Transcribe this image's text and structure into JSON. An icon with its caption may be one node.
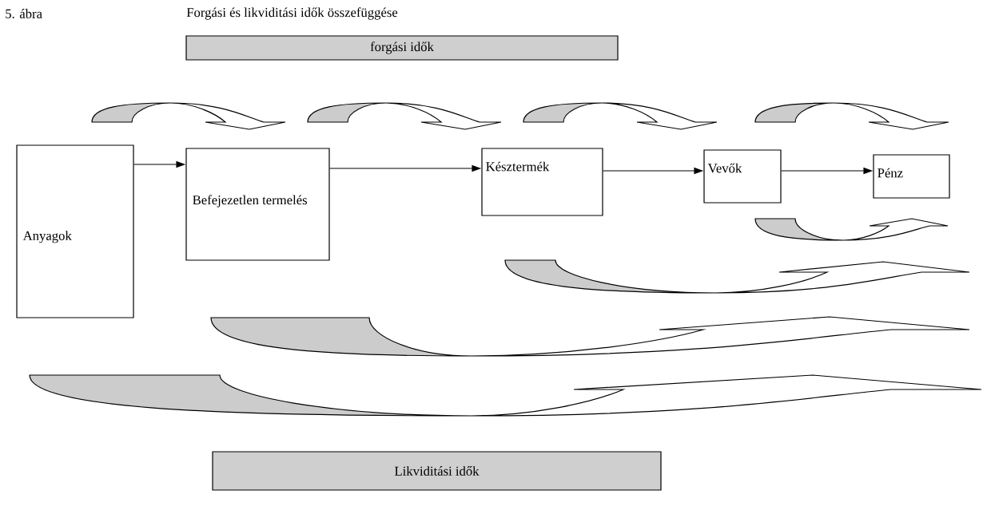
{
  "diagram": {
    "title": "Forgási és likviditási idők összefüggése",
    "nodes": [
      {
        "text": [
          "forgási idők"
        ]
      },
      {
        "text": [
          "Anyagok"
        ]
      },
      {
        "text": [
          "Befejezetlen termelés"
        ]
      },
      {
        "text": [
          "Késztermék"
        ]
      },
      {
        "text": [
          "Vevők"
        ]
      },
      {
        "text": [
          "Pénz"
        ]
      },
      {
        "text": [
          "Likviditási idők"
        ]
      }
    ],
    "edges": [
      {
        "from": 1,
        "to": 2,
        "arrow": "to"
      },
      {
        "from": 2,
        "to": 3,
        "arrow": "to"
      },
      {
        "from": 3,
        "to": 4,
        "arrow": "to"
      },
      {
        "from": 4,
        "to": 5,
        "arrow": "to"
      }
    ],
    "labels": [
      "5. ábra"
    ]
  }
}
